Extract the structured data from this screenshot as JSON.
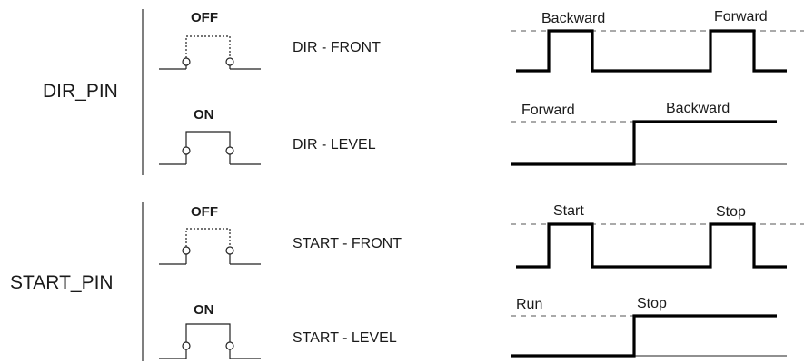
{
  "groups": [
    {
      "label": "DIR_PIN",
      "rows": [
        {
          "switch_state": "OFF",
          "mode": "DIR - FRONT",
          "waveform": "pulse",
          "labels": [
            "Backward",
            "Forward"
          ]
        },
        {
          "switch_state": "ON",
          "mode": "DIR - LEVEL",
          "waveform": "level",
          "labels": [
            "Forward",
            "Backward"
          ]
        }
      ]
    },
    {
      "label": "START_PIN",
      "rows": [
        {
          "switch_state": "OFF",
          "mode": "START - FRONT",
          "waveform": "pulse",
          "labels": [
            "Start",
            "Stop"
          ]
        },
        {
          "switch_state": "ON",
          "mode": "START - LEVEL",
          "waveform": "level",
          "labels": [
            "Run",
            "Stop"
          ]
        }
      ]
    }
  ]
}
